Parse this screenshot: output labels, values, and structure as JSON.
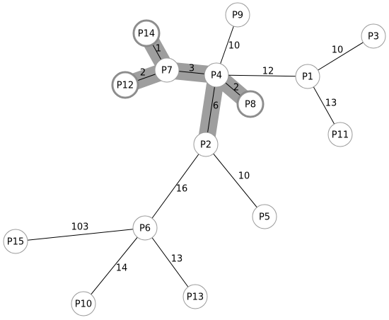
{
  "nodes": [
    {
      "id": "P9",
      "label": "P9"
    },
    {
      "id": "P14",
      "label": "P14"
    },
    {
      "id": "P3",
      "label": "P3"
    },
    {
      "id": "P7",
      "label": "P7"
    },
    {
      "id": "P4",
      "label": "P4"
    },
    {
      "id": "P1",
      "label": "P1"
    },
    {
      "id": "P12",
      "label": "P12"
    },
    {
      "id": "P8",
      "label": "P8"
    },
    {
      "id": "P11",
      "label": "P11"
    },
    {
      "id": "P2",
      "label": "P2"
    },
    {
      "id": "P5",
      "label": "P5"
    },
    {
      "id": "P6",
      "label": "P6"
    },
    {
      "id": "P15",
      "label": "P15"
    },
    {
      "id": "P13",
      "label": "P13"
    },
    {
      "id": "P10",
      "label": "P10"
    }
  ],
  "edges": [
    {
      "from": "P14",
      "to": "P7",
      "label": "1"
    },
    {
      "from": "P12",
      "to": "P7",
      "label": "2"
    },
    {
      "from": "P7",
      "to": "P4",
      "label": "3"
    },
    {
      "from": "P4",
      "to": "P9",
      "label": "10"
    },
    {
      "from": "P4",
      "to": "P1",
      "label": "12"
    },
    {
      "from": "P4",
      "to": "P8",
      "label": "2"
    },
    {
      "from": "P4",
      "to": "P2",
      "label": "6"
    },
    {
      "from": "P1",
      "to": "P3",
      "label": "10"
    },
    {
      "from": "P1",
      "to": "P11",
      "label": "13"
    },
    {
      "from": "P2",
      "to": "P5",
      "label": "10"
    },
    {
      "from": "P2",
      "to": "P6",
      "label": "16"
    },
    {
      "from": "P6",
      "to": "P15",
      "label": "103"
    },
    {
      "from": "P6",
      "to": "P10",
      "label": "14"
    },
    {
      "from": "P6",
      "to": "P13",
      "label": "13"
    }
  ],
  "highlighted": {
    "nodes": [
      "P14",
      "P12",
      "P8"
    ],
    "edges": [
      [
        "P14",
        "P7"
      ],
      [
        "P12",
        "P7"
      ],
      [
        "P7",
        "P4"
      ],
      [
        "P4",
        "P8"
      ],
      [
        "P4",
        "P2"
      ]
    ]
  },
  "colors": {
    "highlight": "#9e9e9e",
    "node_fill": "#ffffff",
    "node_stroke": "#9a9a9a",
    "edge": "#000000"
  }
}
